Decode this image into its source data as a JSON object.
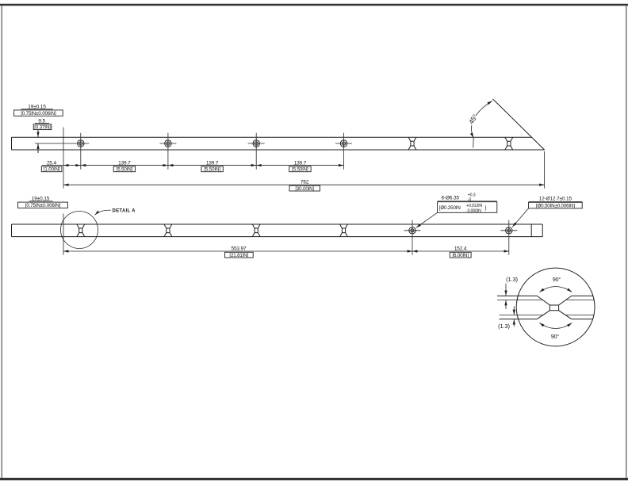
{
  "colors": {
    "line": "#1f1f1f",
    "background": "#ffffff"
  },
  "top_view": {
    "width_mm": "19±0.15",
    "width_in": "[0.75IN±0.006IN]",
    "offset_mm": "9.5",
    "offset_in": "[0.37IN]",
    "end_mm": "25.4",
    "end_in": "[1.00IN]",
    "pitch_mm": "139.7",
    "pitch_in": "[5.50IN]",
    "total_mm": "762",
    "total_in": "[30.00IN]",
    "miter_angle": "45°"
  },
  "bottom_view": {
    "width_mm": "19±0.15",
    "width_in": "[0.75IN±0.006IN]",
    "detail_label": "DETAIL A",
    "span_mm": "553.97",
    "span_in": "[21.81IN]",
    "end_span_mm": "152.4",
    "end_span_in": "[6.00IN]",
    "callout_small_mm": "6-Ø6.35",
    "callout_small_tol_plus": "+0.3",
    "callout_small_tol_minus": "-0",
    "callout_small_in_open": "[Ø0.250IN",
    "callout_small_in_plus": "+0.012IN",
    "callout_small_in_minus": "-0.000IN",
    "callout_small_in_close": "]",
    "callout_large_mm": "12-Ø12.7±0.15",
    "callout_large_in": "[Ø0.50IN±0.006IN]"
  },
  "detail_view": {
    "depth_top": "(1.3)",
    "depth_bottom": "(1.3)",
    "angle_top": "90°",
    "angle_bottom": "90°"
  }
}
